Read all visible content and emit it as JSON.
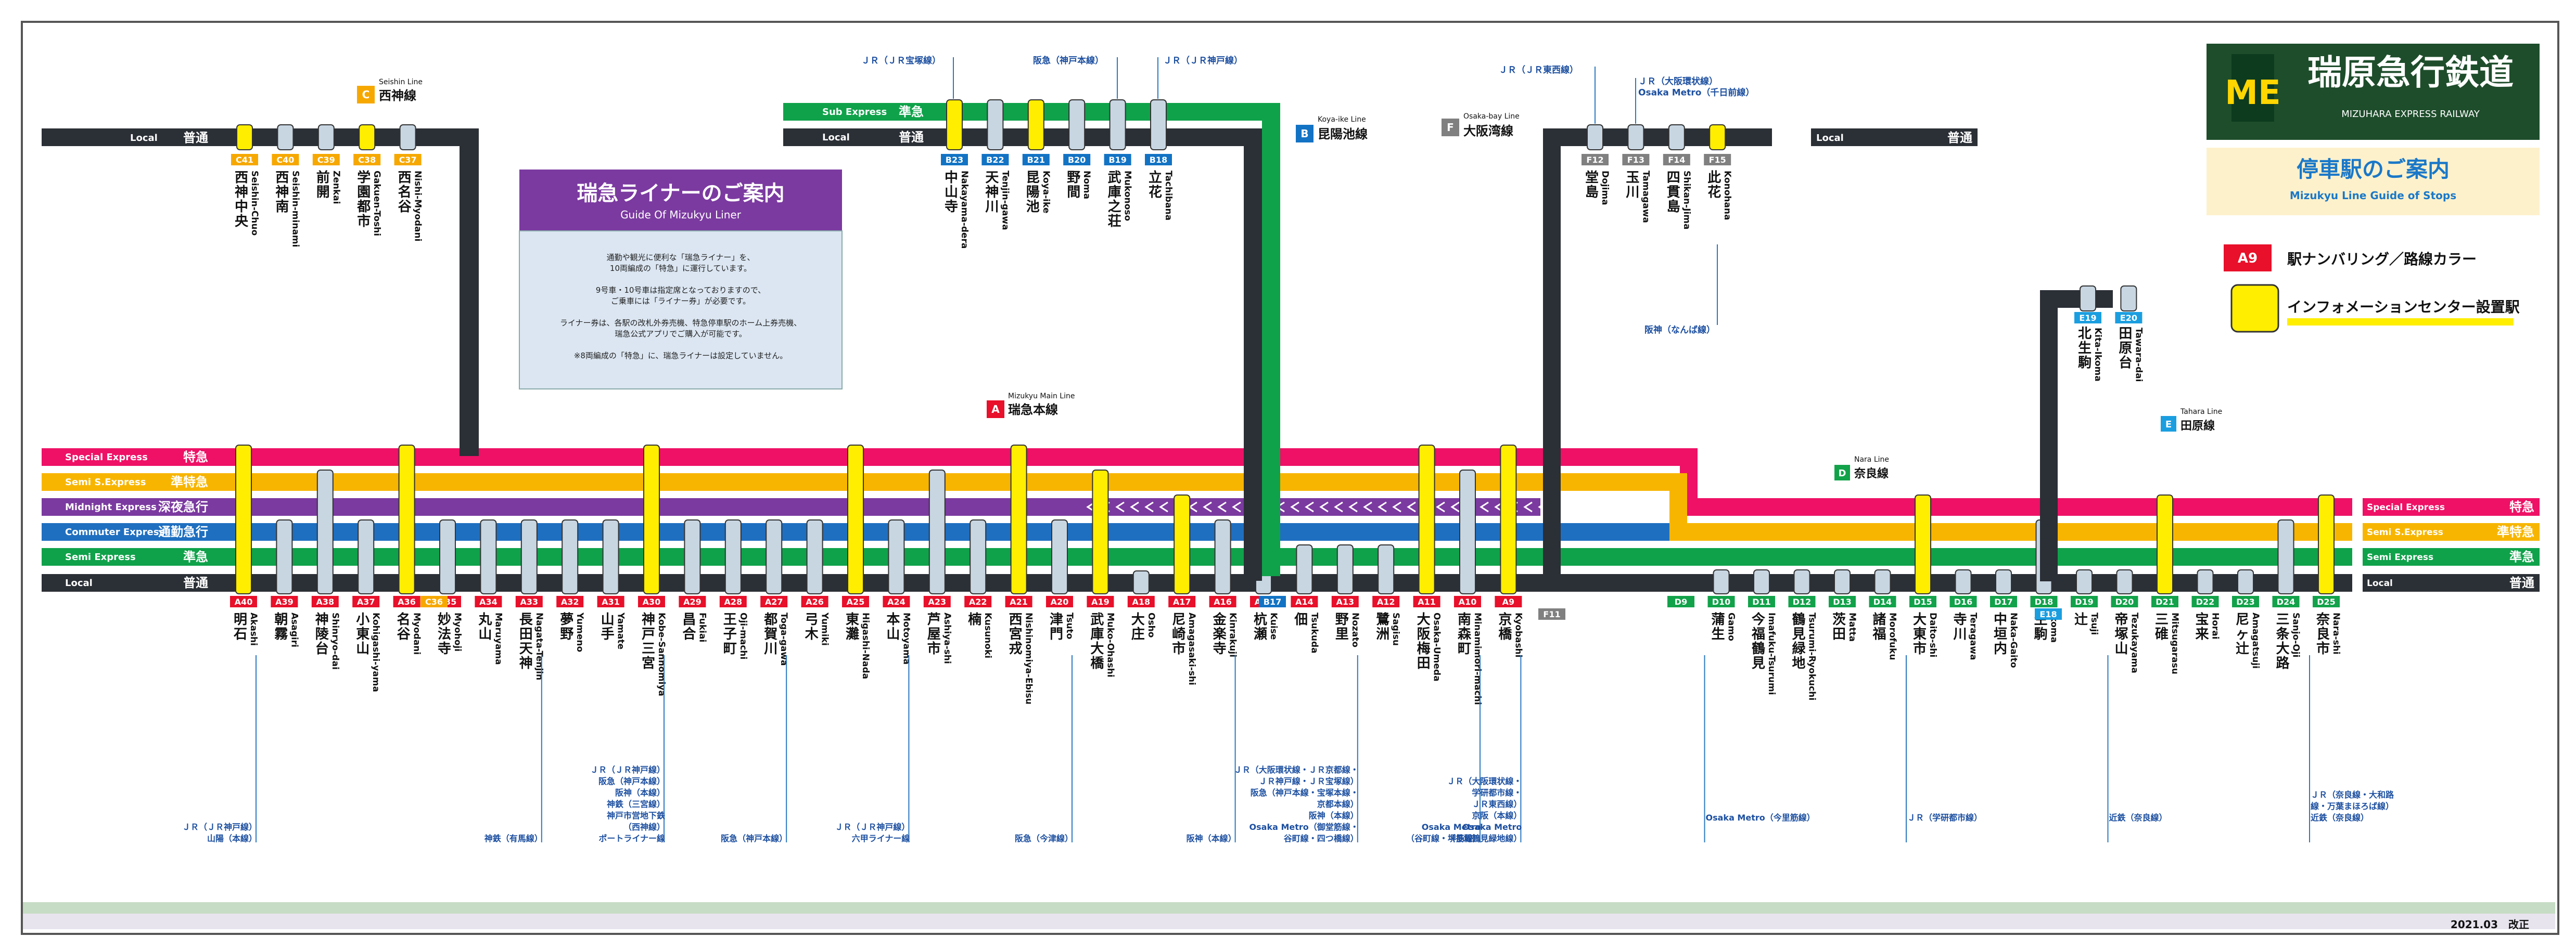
{
  "logo": {
    "mark": "ME",
    "name": "瑞原急行鉄道",
    "sub": "MIZUHARA EXPRESS RAILWAY"
  },
  "stops_title": {
    "jp": "停車駅のご案内",
    "en": "Mizukyu Line Guide of Stops"
  },
  "legend": {
    "number_badge": "A9",
    "number_text": "駅ナンバリング／路線カラー",
    "info_text": "インフォメーションセンター設置駅"
  },
  "liner": {
    "title": "瑞急ライナーのご案内",
    "subtitle": "Guide Of Mizukyu Liner",
    "lines": [
      "通勤や観光に便利な「瑞急ライナー」を、",
      "10両編成の「特急」に運行しています。",
      "",
      "9号車・10号車は指定席となっておりますので、",
      "ご乗車には「ライナー券」が必要です。",
      "",
      "ライナー券は、各駅の改札外券売機、特急停車駅のホーム上券売機、",
      "瑞急公式アプリでご購入が可能です。",
      "",
      "※8両編成の「特急」に、瑞急ライナーは設定していません。"
    ]
  },
  "main_line": {
    "letter": "A",
    "en": "Mizukyu Main Line",
    "jp": "瑞急本線"
  },
  "seishin_line": {
    "letter": "C",
    "en": "Seishin Line",
    "jp": "西神線"
  },
  "koya_line": {
    "letter": "B",
    "en": "Koya-ike Line",
    "jp": "昆陽池線"
  },
  "osaka_line": {
    "letter": "F",
    "en": "Osaka-bay Line",
    "jp": "大阪湾線"
  },
  "nara_line": {
    "letter": "D",
    "en": "Nara Line",
    "jp": "奈良線"
  },
  "tahara_line": {
    "letter": "E",
    "en": "Tahara Line",
    "jp": "田原線"
  },
  "services": [
    {
      "en": "Special Express",
      "jp": "特急",
      "color": "#ee1166"
    },
    {
      "en": "Semi S.Express",
      "jp": "準特急",
      "color": "#f7b500"
    },
    {
      "en": "Midnight Express",
      "jp": "深夜急行",
      "color": "#7b3aa0"
    },
    {
      "en": "Commuter Express",
      "jp": "通勤急行",
      "color": "#1f6fc0"
    },
    {
      "en": "Semi Express",
      "jp": "準急",
      "color": "#0fa24a"
    },
    {
      "en": "Local",
      "jp": "普通",
      "color": "#2b2f36"
    }
  ],
  "koya_services": [
    {
      "en": "Sub Express",
      "jp": "準急"
    },
    {
      "en": "Local",
      "jp": "普通"
    }
  ],
  "seishin_service": {
    "en": "Local",
    "jp": "普通"
  },
  "osaka_service": {
    "en": "Local",
    "jp": "普通"
  },
  "nara_service": {
    "en": "Local",
    "jp": "普通"
  },
  "right_services": [
    {
      "en": "Special Express",
      "jp": "特急"
    },
    {
      "en": "Semi S.Express",
      "jp": "準特急"
    },
    {
      "en": "Semi Express",
      "jp": "準急"
    },
    {
      "en": "Local",
      "jp": "普通"
    }
  ],
  "main_stations": [
    {
      "code": "A40",
      "jp": "明石",
      "en": "Akashi",
      "tr": "ＪＲ（ＪＲ神戸線）\n山陽（本線）"
    },
    {
      "code": "A39",
      "jp": "朝霧",
      "en": "Asagiri",
      "tr": ""
    },
    {
      "code": "A38",
      "jp": "神陵台",
      "en": "Shinryo-dai",
      "tr": ""
    },
    {
      "code": "A37",
      "jp": "小東山",
      "en": "Kohigashi-yama",
      "tr": ""
    },
    {
      "code": "A36",
      "jp": "名谷",
      "en": "Myodani",
      "tr": ""
    },
    {
      "code": "A35",
      "jp": "妙法寺",
      "en": "Myohoji",
      "tr": ""
    },
    {
      "code": "A34",
      "jp": "丸山",
      "en": "Maruyama",
      "tr": ""
    },
    {
      "code": "A33",
      "jp": "長田天神",
      "en": "Nagata-Tenjin",
      "tr": "神鉄（有馬線）"
    },
    {
      "code": "A32",
      "jp": "夢野",
      "en": "Yumeno",
      "tr": ""
    },
    {
      "code": "A31",
      "jp": "山手",
      "en": "Yamate",
      "tr": ""
    },
    {
      "code": "A30",
      "jp": "神戸三宮",
      "en": "Kobe-Sannomiya",
      "tr": "ＪＲ（ＪＲ神戸線）\n阪急（神戸本線）\n阪神（本線）\n神鉄（三宮線）\n神戸市営地下鉄\n（西神線）\nポートライナー線"
    },
    {
      "code": "A29",
      "jp": "昌合",
      "en": "Fukiai",
      "tr": ""
    },
    {
      "code": "A28",
      "jp": "王子町",
      "en": "Oji-machi",
      "tr": ""
    },
    {
      "code": "A27",
      "jp": "都賀川",
      "en": "Toga-gawa",
      "tr": "阪急（神戸本線）"
    },
    {
      "code": "A26",
      "jp": "弓木",
      "en": "Yumiki",
      "tr": ""
    },
    {
      "code": "A25",
      "jp": "東灘",
      "en": "Higashi-Nada",
      "tr": ""
    },
    {
      "code": "A24",
      "jp": "本山",
      "en": "Motoyama",
      "tr": "ＪＲ（ＪＲ神戸線）\n六甲ライナー線"
    },
    {
      "code": "A23",
      "jp": "芦屋市",
      "en": "Ashiya-shi",
      "tr": ""
    },
    {
      "code": "A22",
      "jp": "楠",
      "en": "Kusunoki",
      "tr": ""
    },
    {
      "code": "A21",
      "jp": "西宮戎",
      "en": "Nishinomiya-Ebisu",
      "tr": ""
    },
    {
      "code": "A20",
      "jp": "津門",
      "en": "Tsuto",
      "tr": "阪急（今津線）"
    },
    {
      "code": "A19",
      "jp": "武庫大橋",
      "en": "Muko-Ohashi",
      "tr": ""
    },
    {
      "code": "A18",
      "jp": "大庄",
      "en": "Osho",
      "tr": ""
    },
    {
      "code": "A17",
      "jp": "尼崎市",
      "en": "Amagasaki-shi",
      "tr": ""
    },
    {
      "code": "A16",
      "jp": "金楽寺",
      "en": "Kinrakuji",
      "tr": "阪神（本線）"
    },
    {
      "code": "A15",
      "jp": "杭瀬",
      "en": "Kuise",
      "tr": ""
    },
    {
      "code": "A14",
      "jp": "佃",
      "en": "Tsukuda",
      "tr": ""
    },
    {
      "code": "A13",
      "jp": "野里",
      "en": "Nozato",
      "tr": "ＪＲ（大阪環状線・ＪＲ京都線・\nＪＲ神戸線・ＪＲ宝塚線）\n阪急（神戸本線・宝塚本線・\n京都本線）\n阪神（本線）\nOsaka Metro（御堂筋線・\n谷町線・四つ橋線）"
    },
    {
      "code": "A12",
      "jp": "鷺洲",
      "en": "Sagisu",
      "tr": ""
    },
    {
      "code": "A11",
      "jp": "大阪梅田",
      "en": "Osaka-Umeda",
      "tr": ""
    },
    {
      "code": "A10",
      "jp": "南森町",
      "en": "Minamimori-machi",
      "tr": "Osaka Metro\n（谷町線・堺筋線）"
    },
    {
      "code": "A9",
      "jp": "京橋",
      "en": "Kyobashi",
      "tr": "ＪＲ（大阪環状線・\n学研都市線・\nＪＲ東西線）\n京阪（本線）\nOsaka Metro\n（長堀鶴見緑地線）"
    }
  ],
  "nara_stations": [
    {
      "code": "D9",
      "jp": "",
      "en": "",
      "tr": ""
    },
    {
      "code": "D10",
      "jp": "蒲生",
      "en": "Gamo",
      "tr": "Osaka Metro（今里筋線）"
    },
    {
      "code": "D11",
      "jp": "今福鶴見",
      "en": "Imafuku-Tsurumi",
      "tr": ""
    },
    {
      "code": "D12",
      "jp": "鶴見緑地",
      "en": "Tsurumi-Ryokuchi",
      "tr": ""
    },
    {
      "code": "D13",
      "jp": "茨田",
      "en": "Matta",
      "tr": ""
    },
    {
      "code": "D14",
      "jp": "諸福",
      "en": "Morofuku",
      "tr": ""
    },
    {
      "code": "D15",
      "jp": "大東市",
      "en": "Daito-shi",
      "tr": "ＪＲ（学研都市線）"
    },
    {
      "code": "D16",
      "jp": "寺川",
      "en": "Teragawa",
      "tr": ""
    },
    {
      "code": "D17",
      "jp": "中垣内",
      "en": "Naka-Gaito",
      "tr": ""
    },
    {
      "code": "D18",
      "jp": "生駒",
      "en": "Ikoma",
      "tr": ""
    },
    {
      "code": "D19",
      "jp": "辻",
      "en": "Tsuji",
      "tr": ""
    },
    {
      "code": "D20",
      "jp": "帝塚山",
      "en": "Tezukayama",
      "tr": "近鉄（奈良線）"
    },
    {
      "code": "D21",
      "jp": "三碓",
      "en": "Mitsugarasu",
      "tr": ""
    },
    {
      "code": "D22",
      "jp": "宝来",
      "en": "Horai",
      "tr": ""
    },
    {
      "code": "D23",
      "jp": "尼ヶ辻",
      "en": "Amagatsuji",
      "tr": ""
    },
    {
      "code": "D24",
      "jp": "三条大路",
      "en": "Sanjo-Oji",
      "tr": ""
    },
    {
      "code": "D25",
      "jp": "奈良市",
      "en": "Nara-shi",
      "tr": "ＪＲ（奈良線・大和路\n線・万葉まほろば線）\n近鉄（奈良線）"
    }
  ],
  "seishin_stations": [
    {
      "code": "C41",
      "jp": "西神中央",
      "en": "Seishin-Chuo"
    },
    {
      "code": "C40",
      "jp": "西神南",
      "en": "Seishin-minami"
    },
    {
      "code": "C39",
      "jp": "前開",
      "en": "Zenkai"
    },
    {
      "code": "C38",
      "jp": "学園都市",
      "en": "Gakuen-Toshi"
    },
    {
      "code": "C37",
      "jp": "西名谷",
      "en": "Nishi-Myodani"
    }
  ],
  "seishin_junction_code": "C36",
  "koya_stations": [
    {
      "code": "B23",
      "jp": "中山寺",
      "en": "Nakayama-dera"
    },
    {
      "code": "B22",
      "jp": "天神川",
      "en": "Tenjin-gawa"
    },
    {
      "code": "B21",
      "jp": "昆陽池",
      "en": "Koya-ike"
    },
    {
      "code": "B20",
      "jp": "野間",
      "en": "Noma"
    },
    {
      "code": "B19",
      "jp": "武庫之荘",
      "en": "Mukonoso"
    },
    {
      "code": "B18",
      "jp": "立花",
      "en": "Tachibana"
    }
  ],
  "koya_junction_code": "B17",
  "osaka_stations": [
    {
      "code": "F12",
      "jp": "堂島",
      "en": "Dojima"
    },
    {
      "code": "F13",
      "jp": "玉川",
      "en": "Tamagawa"
    },
    {
      "code": "F14",
      "jp": "四貫島",
      "en": "Shikan-Jima"
    },
    {
      "code": "F15",
      "jp": "此花",
      "en": "Konohana"
    }
  ],
  "osaka_junction_code": "F11",
  "tahara_stations": [
    {
      "code": "E19",
      "jp": "北生駒",
      "en": "Kita-Ikoma"
    },
    {
      "code": "E20",
      "jp": "田原台",
      "en": "Tawara-dai"
    }
  ],
  "tahara_junction_code": "E18",
  "top_transfers": {
    "koya_jr": "ＪＲ（ＪＲ宝塚線）",
    "koya_hankyu": "阪急（神戸本線）",
    "koya_jr2": "ＪＲ（ＪＲ神戸線）",
    "osaka_jr": "ＪＲ（ＪＲ東西線）",
    "osaka_jr2": "ＪＲ（大阪環状線）\nOsaka Metro（千日前線）",
    "osaka_hanshin": "阪神（なんば線）"
  },
  "footer": {
    "date": "2021.03　改正"
  },
  "colors": {
    "special": "#ee1166",
    "semi_special": "#f7b500",
    "midnight": "#7b3aa0",
    "commuter": "#1f6fc0",
    "semi": "#0fa24a",
    "local": "#2b2f36",
    "info": "#ffee00",
    "code_main": "#e8102a",
    "code_seishin": "#f6a800",
    "code_koya": "#1273c4",
    "code_osaka": "#808080",
    "code_nara": "#12a24a",
    "code_tahara": "#1a9ee0",
    "logo_bg": "#1e4d2b"
  },
  "stop_sets": {
    "special": [
      "A40",
      "A36",
      "A30",
      "A25",
      "A21",
      "A11",
      "A9",
      "D15",
      "D21",
      "D25"
    ],
    "semi_special": [
      "A40",
      "A38",
      "A36",
      "A30",
      "A25",
      "A23",
      "A21",
      "A19",
      "A11",
      "A10",
      "A9",
      "D15",
      "D18",
      "D21",
      "D24",
      "D25"
    ],
    "midnight": [
      "A19",
      "A17",
      "A11",
      "A10",
      "A9"
    ],
    "commuter": [
      "A40",
      "A39",
      "A38",
      "A37",
      "A36",
      "A35",
      "A34",
      "A33",
      "A32",
      "A31",
      "A30",
      "A29",
      "A28",
      "A27",
      "A26",
      "A25",
      "A24",
      "A23",
      "A22",
      "A21",
      "A20",
      "A19",
      "A17",
      "A16",
      "A11",
      "A10",
      "A9"
    ],
    "info_stations": [
      "A40",
      "A36",
      "A30",
      "A25",
      "A21",
      "A19",
      "A17",
      "A11",
      "A9",
      "D15",
      "D21",
      "D25",
      "C41",
      "C38",
      "B23",
      "B21",
      "F15"
    ]
  }
}
